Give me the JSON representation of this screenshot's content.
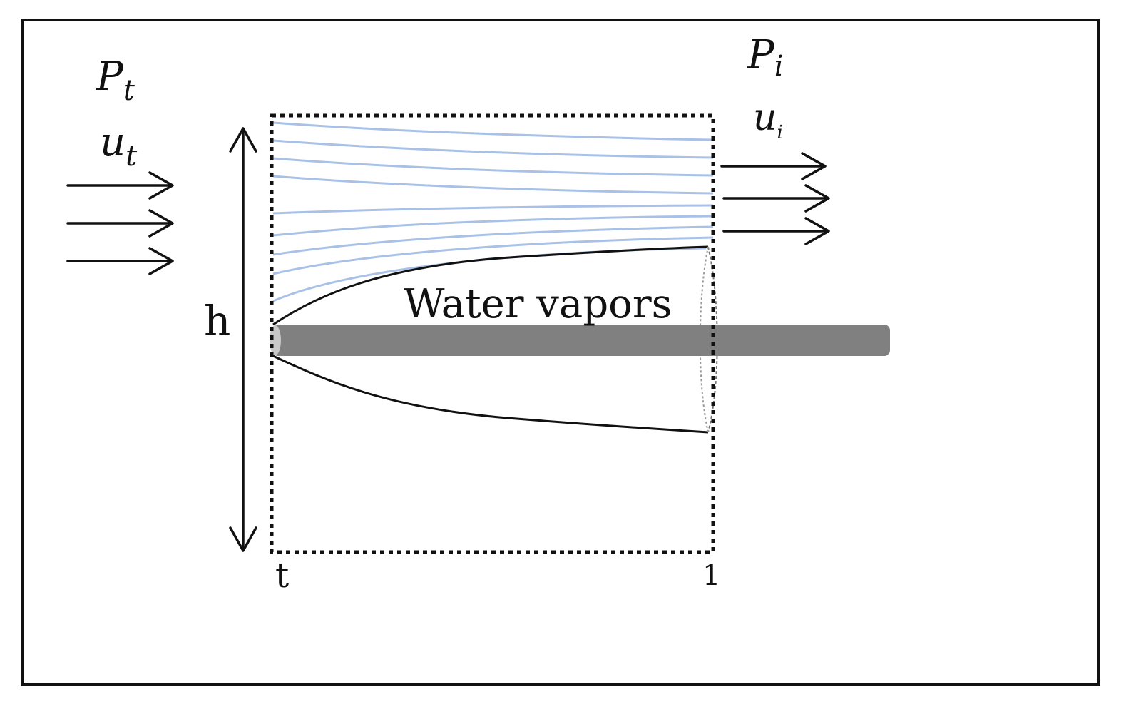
{
  "labels": {
    "pressure_inlet": {
      "base": "P",
      "sub": "t"
    },
    "velocity_inlet": {
      "base": "u",
      "sub": "t"
    },
    "pressure_outlet": {
      "base": "P",
      "sub": "i"
    },
    "velocity_outlet": {
      "base": "u",
      "sub": "i"
    },
    "height": "h",
    "region_start": "t",
    "region_end": "1",
    "water_vapors": "Water vapors"
  },
  "colors": {
    "frame": "#111111",
    "streamline": "#a9c1e6",
    "rod": "#808080",
    "rod_tip": "#c8c8c8",
    "arrow": "#111111"
  },
  "icons": {
    "inlet_arrows": "right-arrow-icon",
    "outlet_arrows": "right-arrow-icon",
    "height_arrow": "double-headed-vertical-arrow-icon"
  }
}
